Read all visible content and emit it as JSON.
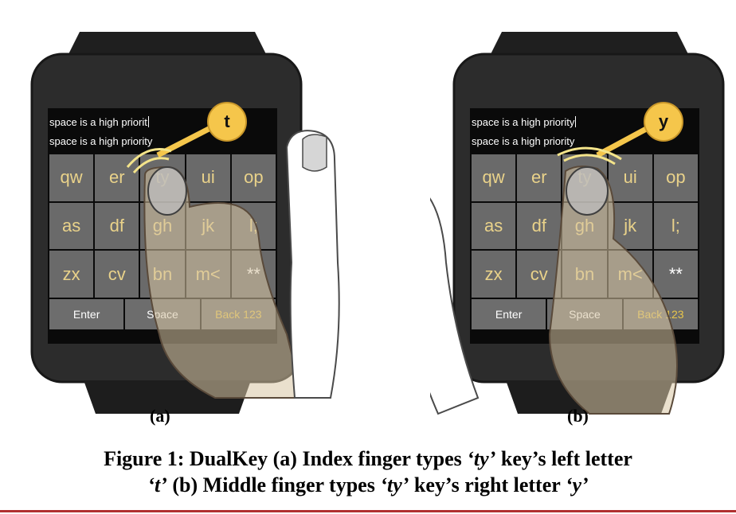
{
  "panels": [
    {
      "id": "a",
      "label": "(a)",
      "typed_text": "space is a high priorit",
      "target_text": "space is a high priority",
      "balloon_letter": "t",
      "keys": [
        "qw",
        "er",
        "ty",
        "ui",
        "op",
        "as",
        "df",
        "gh",
        "jk",
        "l;",
        "zx",
        "cv",
        "bn",
        "m<",
        "**"
      ],
      "function_keys": [
        "Enter",
        "Space",
        "Back 123"
      ],
      "finger": "index"
    },
    {
      "id": "b",
      "label": "(b)",
      "typed_text": "space is a high priority",
      "target_text": "space is a high priority",
      "balloon_letter": "y",
      "keys": [
        "qw",
        "er",
        "ty",
        "ui",
        "op",
        "as",
        "df",
        "gh",
        "jk",
        "l;",
        "zx",
        "cv",
        "bn",
        "m<",
        "**"
      ],
      "function_keys": [
        "Enter",
        "Space",
        "Back 123"
      ],
      "finger": "middle"
    }
  ],
  "caption": {
    "line1_prefix": "Figure 1: DualKey (a) Index finger types ",
    "line1_key": "‘ty’",
    "line1_suffix": " key’s left letter",
    "line2_letter_t": "‘t’",
    "line2_middle": " (b) Middle finger types ",
    "line2_key": "‘ty’",
    "line2_suffix": " key’s right letter ",
    "line2_letter_y": "‘y’"
  },
  "colors": {
    "key_bg": "#6a6a6a",
    "letter_color": "#e9d28a",
    "balloon": "#f5c64b",
    "screen": "#0a0a0a",
    "watch_body": "#2b2b2b",
    "rule": "#b03030"
  }
}
